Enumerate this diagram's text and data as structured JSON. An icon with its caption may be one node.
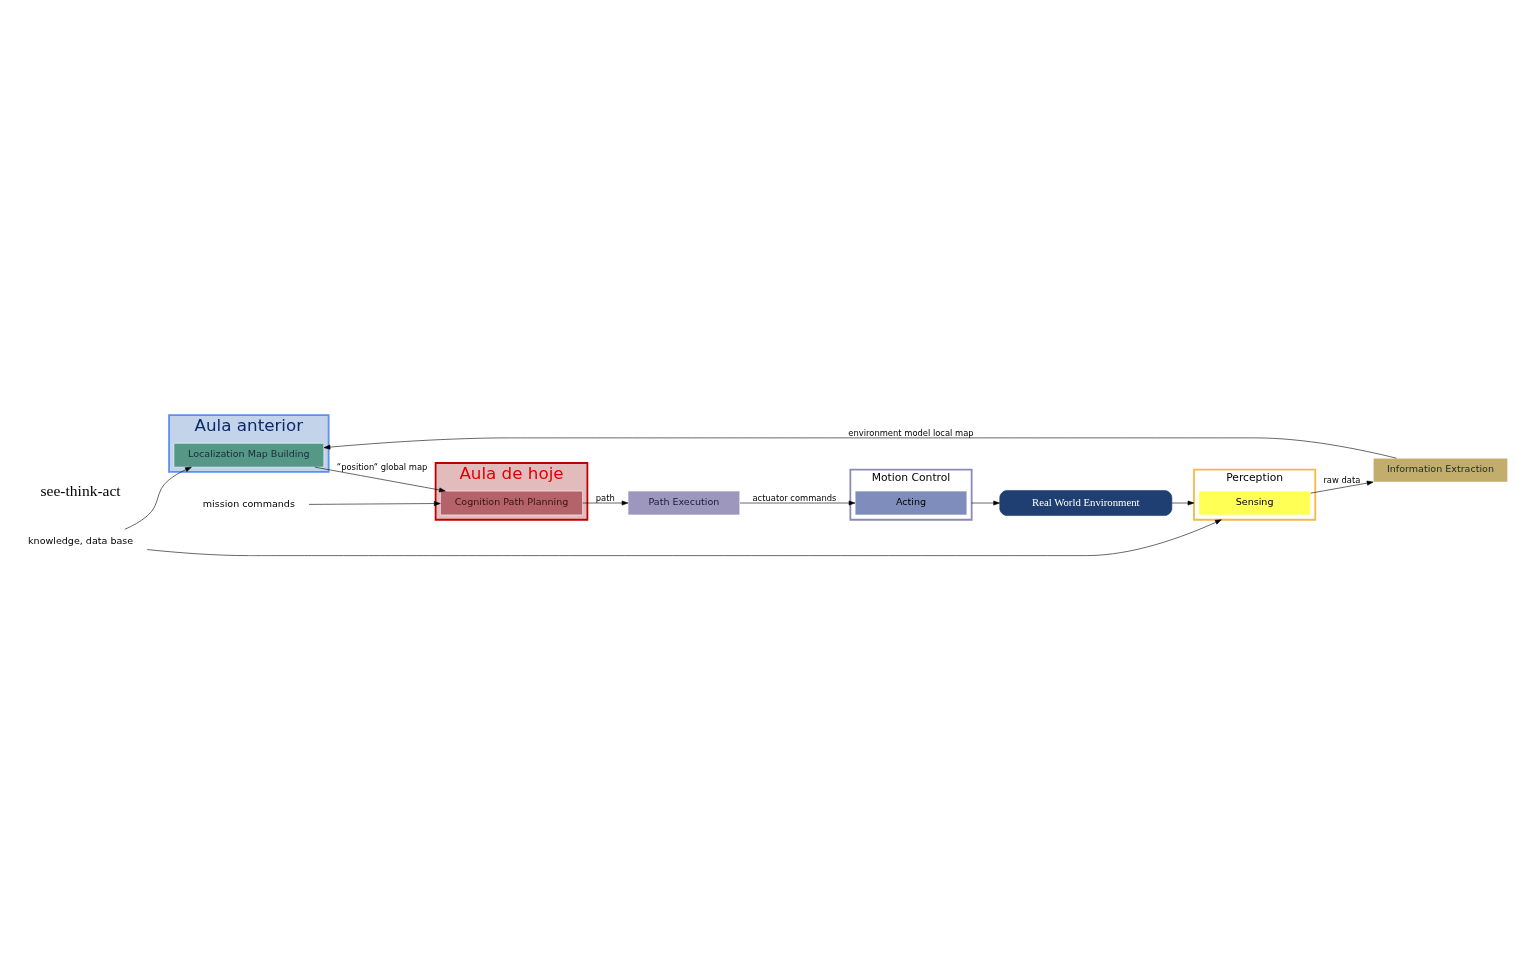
{
  "diagram": {
    "nodes": [
      {
        "text": [
          "Aula anterior"
        ]
      },
      {
        "text": [
          "Perception"
        ]
      },
      {
        "text": [
          "Aula de hoje"
        ]
      },
      {
        "text": [
          "Motion Control"
        ]
      },
      {
        "text": [
          "Localization Map Building"
        ],
        "in": 0
      },
      {
        "text": [
          "Information Extraction"
        ]
      },
      {
        "text": [
          "Sensing"
        ],
        "in": 1
      },
      {
        "text": [
          "Cognition Path Planning"
        ],
        "in": 2
      },
      {
        "text": [
          "Path Execution"
        ]
      },
      {
        "text": [
          "Acting"
        ],
        "in": 3
      },
      {
        "text": [
          "Real World Environment"
        ]
      },
      {
        "text": [
          "knowledge, data base"
        ]
      },
      {
        "text": [
          "mission commands"
        ]
      }
    ],
    "edges": [
      {
        "from": 5,
        "to": 4,
        "arrow": "to",
        "label": "environment model local map"
      },
      {
        "from": 6,
        "to": 5,
        "arrow": "to",
        "label": "raw data"
      },
      {
        "from": 4,
        "to": 7,
        "arrow": "to",
        "label": "“position“ global map"
      },
      {
        "from": 7,
        "to": 8,
        "arrow": "to",
        "label": "path"
      },
      {
        "from": 8,
        "to": 9,
        "arrow": "to",
        "label": "actuator commands"
      },
      {
        "from": 10,
        "to": 1,
        "arrow": "to"
      },
      {
        "from": 3,
        "to": 10,
        "arrow": "to"
      },
      {
        "from": 11,
        "to": 4,
        "arrow": "to"
      },
      {
        "from": 11,
        "to": 1,
        "arrow": "to"
      },
      {
        "from": 12,
        "to": 7,
        "arrow": "to"
      }
    ],
    "labels": [
      "see-think-act"
    ]
  }
}
